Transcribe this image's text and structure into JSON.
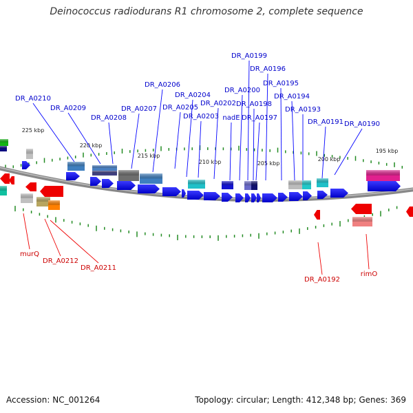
{
  "title": "Deinococcus radiodurans R1 chromosome 2, complete sequence",
  "footer": {
    "accession": "Accession: NC_001264",
    "summary": "Topology: circular; Length: 412,348 bp; Genes: 369"
  },
  "scale_labels": [
    "225 kbp",
    "220 kbp",
    "215 kbp",
    "210 kbp",
    "205 kbp",
    "200 kbp",
    "195 kbp"
  ],
  "colors": {
    "forward_label": "#0000cc",
    "reverse_label": "#cc0000",
    "backbone": "#888888",
    "ticks": "#228b22"
  },
  "genes_forward": [
    {
      "name": "DR_A0210"
    },
    {
      "name": "DR_A0209"
    },
    {
      "name": "DR_A0208"
    },
    {
      "name": "DR_A0207"
    },
    {
      "name": "DR_A0206"
    },
    {
      "name": "DR_A0205"
    },
    {
      "name": "DR_A0204"
    },
    {
      "name": "DR_A0203"
    },
    {
      "name": "DR_A0202"
    },
    {
      "name": "nadE"
    },
    {
      "name": "DR_A0200"
    },
    {
      "name": "DR_A0199"
    },
    {
      "name": "DR_A0198"
    },
    {
      "name": "DR_A0197"
    },
    {
      "name": "DR_A0196"
    },
    {
      "name": "DR_A0195"
    },
    {
      "name": "DR_A0194"
    },
    {
      "name": "DR_A0193"
    },
    {
      "name": "DR_A0191"
    },
    {
      "name": "DR_A0190"
    }
  ],
  "genes_reverse": [
    {
      "name": "murQ"
    },
    {
      "name": "DR_A0212"
    },
    {
      "name": "DR_A0211"
    },
    {
      "name": "DR_A0192"
    },
    {
      "name": "rimO"
    }
  ]
}
